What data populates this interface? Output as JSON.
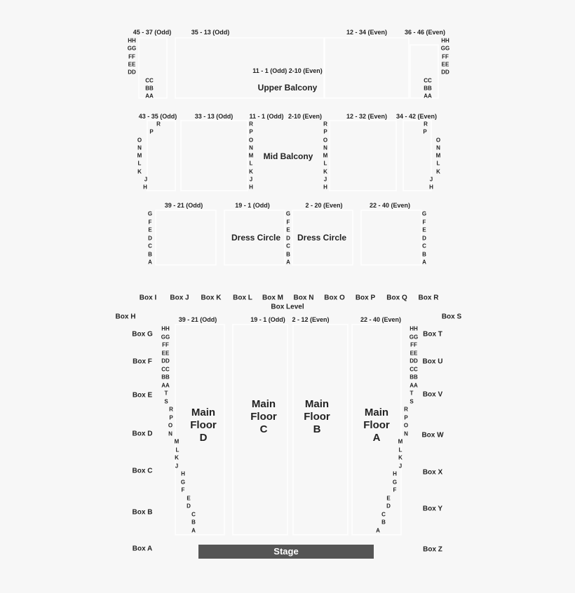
{
  "upper_balcony": {
    "title": "Upper Balcony",
    "center_header": "11 - 1 (Odd)  2-10 (Even)",
    "headers": [
      "45 - 37 (Odd)",
      "35 - 13 (Odd)",
      "12 - 34 (Even)",
      "36 - 46 (Even)"
    ],
    "rows_left": [
      "HH",
      "GG",
      "FF",
      "EE",
      "DD",
      "CC",
      "BB",
      "AA"
    ],
    "rows_right": [
      "HH",
      "GG",
      "FF",
      "EE",
      "DD",
      "CC",
      "BB",
      "AA"
    ]
  },
  "mid_balcony": {
    "title": "Mid Balcony",
    "headers": [
      "43 - 35 (Odd)",
      "33 - 13 (Odd)",
      "11 - 1 (Odd)",
      "2-10 (Even)",
      "12 - 32 (Even)",
      "34 - 42 (Even)"
    ],
    "rows_outer_left": [
      "R",
      "P",
      "O",
      "N",
      "M",
      "L",
      "K",
      "J",
      "H"
    ],
    "rows_center_left": [
      "R",
      "P",
      "O",
      "N",
      "M",
      "L",
      "K",
      "J",
      "H"
    ],
    "rows_center_right": [
      "R",
      "P",
      "O",
      "N",
      "M",
      "L",
      "K",
      "J",
      "H"
    ],
    "rows_outer_right": [
      "R",
      "P",
      "O",
      "N",
      "M",
      "L",
      "K",
      "J",
      "H"
    ]
  },
  "dress_circle": {
    "title_left": "Dress Circle",
    "title_right": "Dress Circle",
    "headers": [
      "39 - 21 (Odd)",
      "19 - 1 (Odd)",
      "2 - 20 (Even)",
      "22 - 40 (Even)"
    ],
    "rows_left": [
      "G",
      "F",
      "E",
      "D",
      "C",
      "B",
      "A"
    ],
    "rows_center": [
      "G",
      "F",
      "E",
      "D",
      "C",
      "B",
      "A"
    ],
    "rows_right": [
      "G",
      "F",
      "E",
      "D",
      "C",
      "B",
      "A"
    ]
  },
  "box_level": {
    "title": "Box Level",
    "boxes": [
      "Box I",
      "Box J",
      "Box K",
      "Box L",
      "Box M",
      "Box N",
      "Box O",
      "Box P",
      "Box Q",
      "Box R"
    ],
    "box_h": "Box H",
    "box_s": "Box S"
  },
  "main_floor": {
    "headers": [
      "39 - 21 (Odd)",
      "19 - 1 (Odd)",
      "2 - 12 (Even)",
      "22 - 40 (Even)"
    ],
    "sections": [
      [
        "Main",
        "Floor",
        "D"
      ],
      [
        "Main",
        "Floor",
        "C"
      ],
      [
        "Main",
        "Floor",
        "B"
      ],
      [
        "Main",
        "Floor",
        "A"
      ]
    ],
    "rows_left": [
      "HH",
      "GG",
      "FF",
      "EE",
      "DD",
      "CC",
      "BB",
      "AA",
      "T",
      "S",
      "R",
      "P",
      "O",
      "N",
      "M",
      "L",
      "K",
      "J",
      "H",
      "G",
      "F",
      "E",
      "D",
      "C",
      "B",
      "A"
    ],
    "rows_right": [
      "HH",
      "GG",
      "FF",
      "EE",
      "DD",
      "CC",
      "BB",
      "AA",
      "T",
      "S",
      "R",
      "P",
      "O",
      "N",
      "M",
      "L",
      "K",
      "J",
      "H",
      "G",
      "F",
      "E",
      "D",
      "C",
      "B",
      "A"
    ],
    "boxes_left": [
      "Box G",
      "Box F",
      "Box E",
      "Box D",
      "Box C",
      "Box B",
      "Box A"
    ],
    "boxes_right": [
      "Box T",
      "Box U",
      "Box V",
      "Box W",
      "Box X",
      "Box Y",
      "Box Z"
    ]
  },
  "stage": "Stage",
  "colors": {
    "background": "#f7f7f7",
    "stage": "#555555",
    "text": "#222222",
    "outline": "#ffffff"
  }
}
